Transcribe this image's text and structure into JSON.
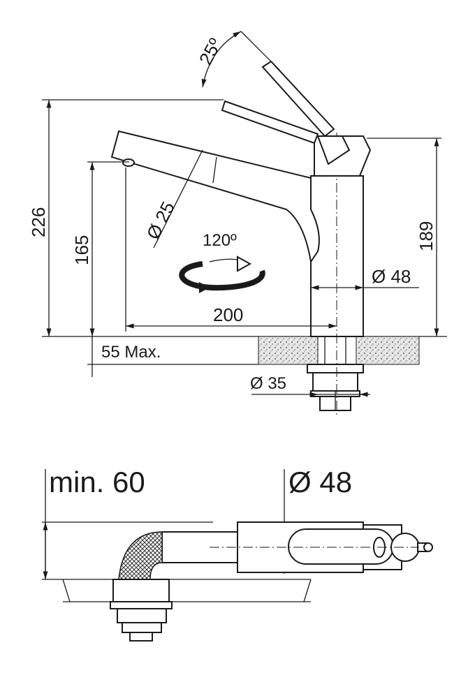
{
  "drawing": {
    "side_view": {
      "lever_angle": "25º",
      "total_height": "226",
      "spout_height": "165",
      "spout_diameter": "Ø 25",
      "swivel_angle": "120º",
      "spout_reach": "200",
      "body_height": "189",
      "body_diameter": "Ø 48",
      "max_counter_thickness": "55 Max.",
      "hole_diameter": "Ø 35"
    },
    "top_view": {
      "min_clearance": "min. 60",
      "body_diameter": "Ø 48"
    }
  },
  "colors": {
    "line": "#1a1a1a",
    "counter_fill": "#d8d8d8"
  }
}
